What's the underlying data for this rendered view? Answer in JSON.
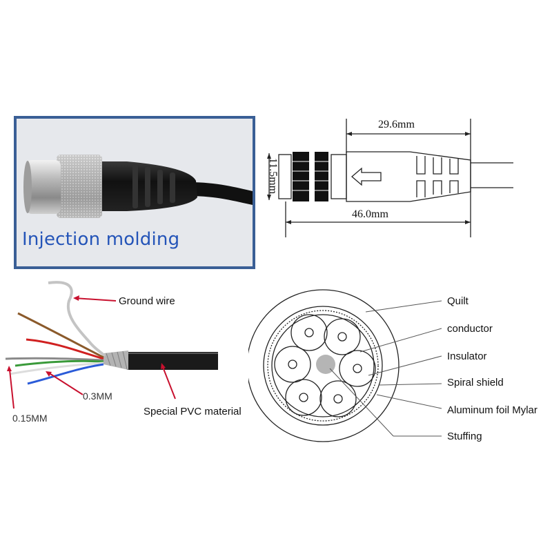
{
  "photo": {
    "caption": "Injection molding"
  },
  "drawing": {
    "length_top": "29.6mm",
    "length_bottom": "46.0mm",
    "diameter": "11.5mm"
  },
  "wire": {
    "ground_wire": "Ground wire",
    "wire_small": "0.15MM",
    "wire_large": "0.3MM",
    "jacket": "Special PVC material"
  },
  "cross_section": {
    "labels": [
      "Quilt",
      "conductor",
      "Insulator",
      "Spiral shield",
      "Aluminum foil Mylar",
      "Stuffing"
    ]
  },
  "colors": {
    "frame": "#3a5f96",
    "caption": "#2454b8",
    "arrow": "#c8102e"
  }
}
